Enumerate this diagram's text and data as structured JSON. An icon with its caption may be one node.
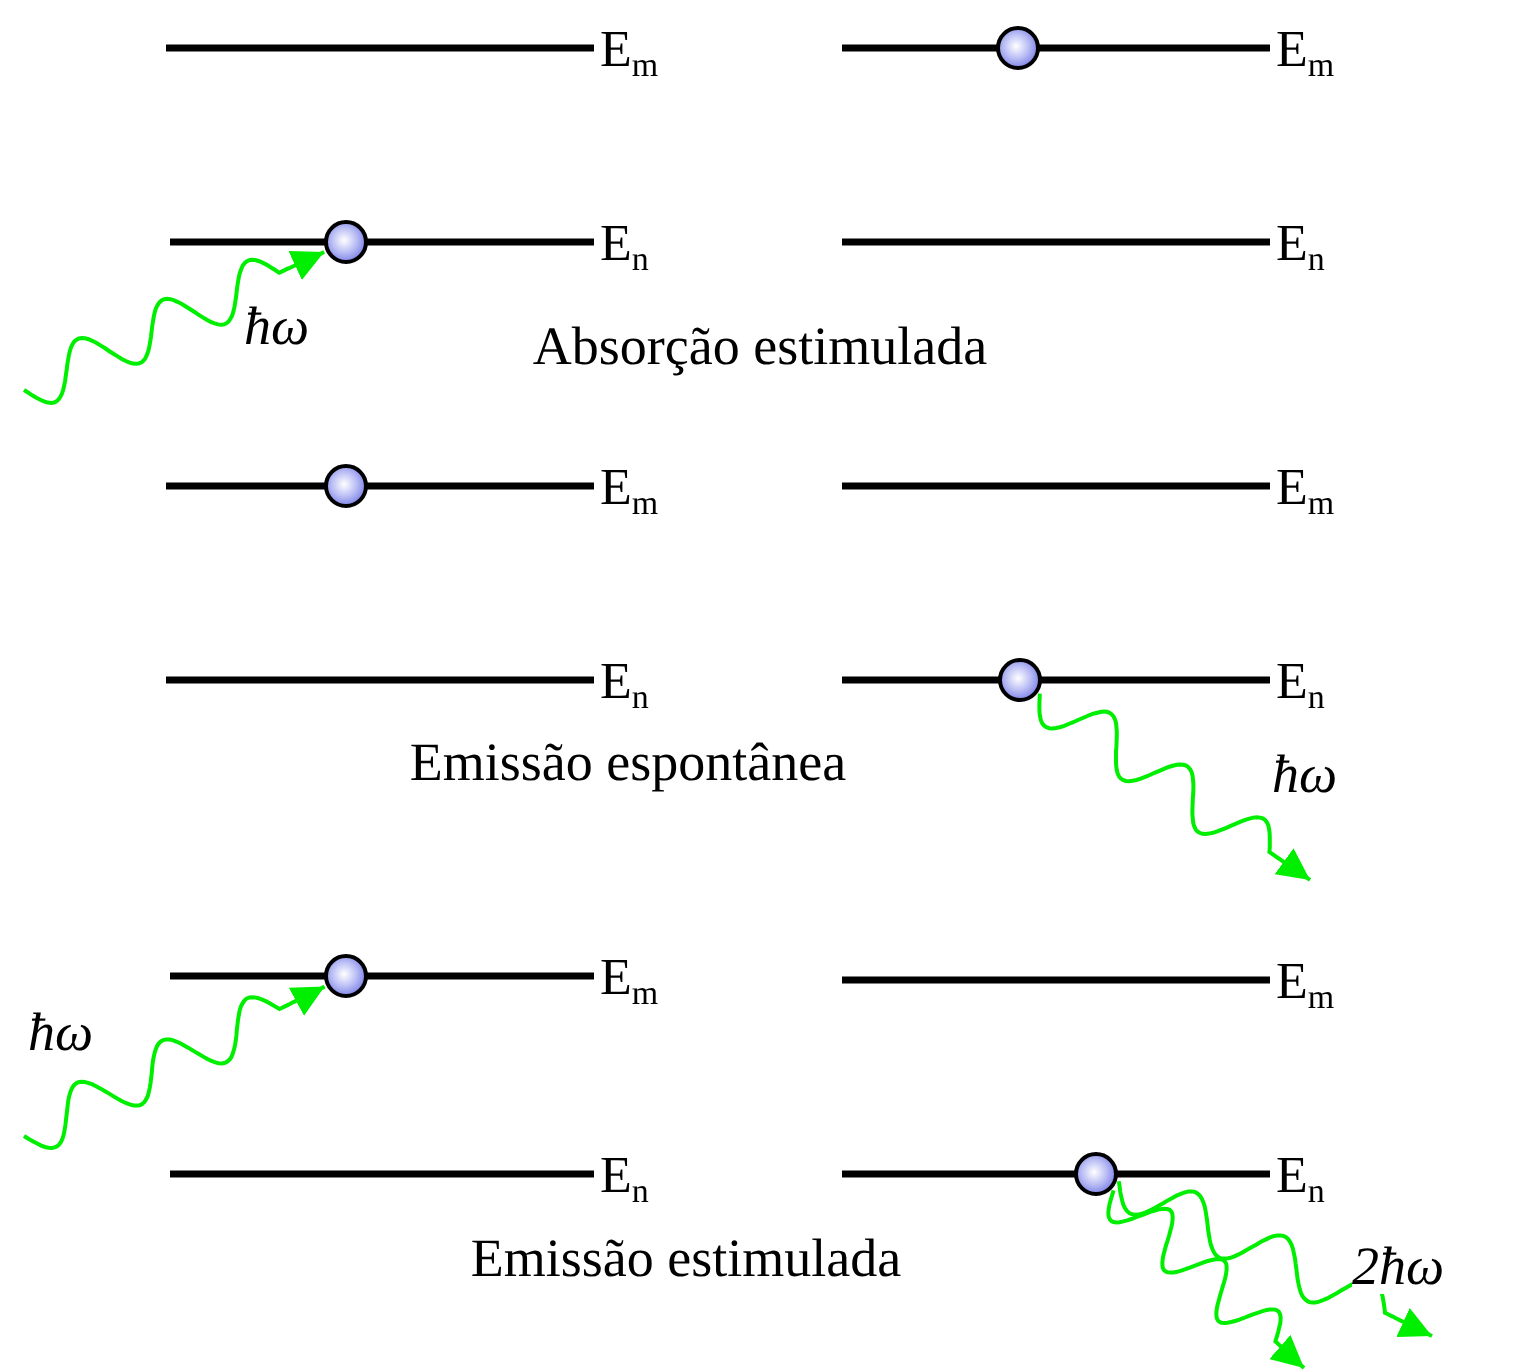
{
  "diagram": {
    "nodes": [
      {
        "text": [],
        "shape": "circle"
      },
      {
        "text": [],
        "shape": "circle"
      },
      {
        "text": [],
        "shape": "circle"
      },
      {
        "text": [],
        "shape": "circle"
      },
      {
        "text": [],
        "shape": "circle"
      },
      {
        "text": [],
        "shape": "circle"
      }
    ],
    "edges": [
      {
        "from": null,
        "to": 1,
        "arrow": "to",
        "label": "ħω",
        "color": "#00ee00"
      },
      {
        "from": 3,
        "to": null,
        "arrow": "to",
        "label": "ħω",
        "color": "#00ee00"
      },
      {
        "from": null,
        "to": 4,
        "arrow": "to",
        "label": "ħω",
        "color": "#00ee00"
      },
      {
        "from": 5,
        "to": null,
        "arrow": "to",
        "color": "#00ee00"
      },
      {
        "from": 5,
        "to": null,
        "arrow": "to",
        "label": "2ħω",
        "color": "#00ee00"
      }
    ],
    "labels": [
      "E$_{m}$",
      "E$_{m}$",
      "E$_{n}$",
      "E$_{n}$",
      "Absorção estimulada",
      "E$_{m}$",
      "E$_{m}$",
      "E$_{n}$",
      "E$_{n}$",
      "Emissão espontânea",
      "E$_{m}$",
      "E$_{m}$",
      "E$_{n}$",
      "E$_{n}$",
      "Emissão estimulada"
    ]
  }
}
